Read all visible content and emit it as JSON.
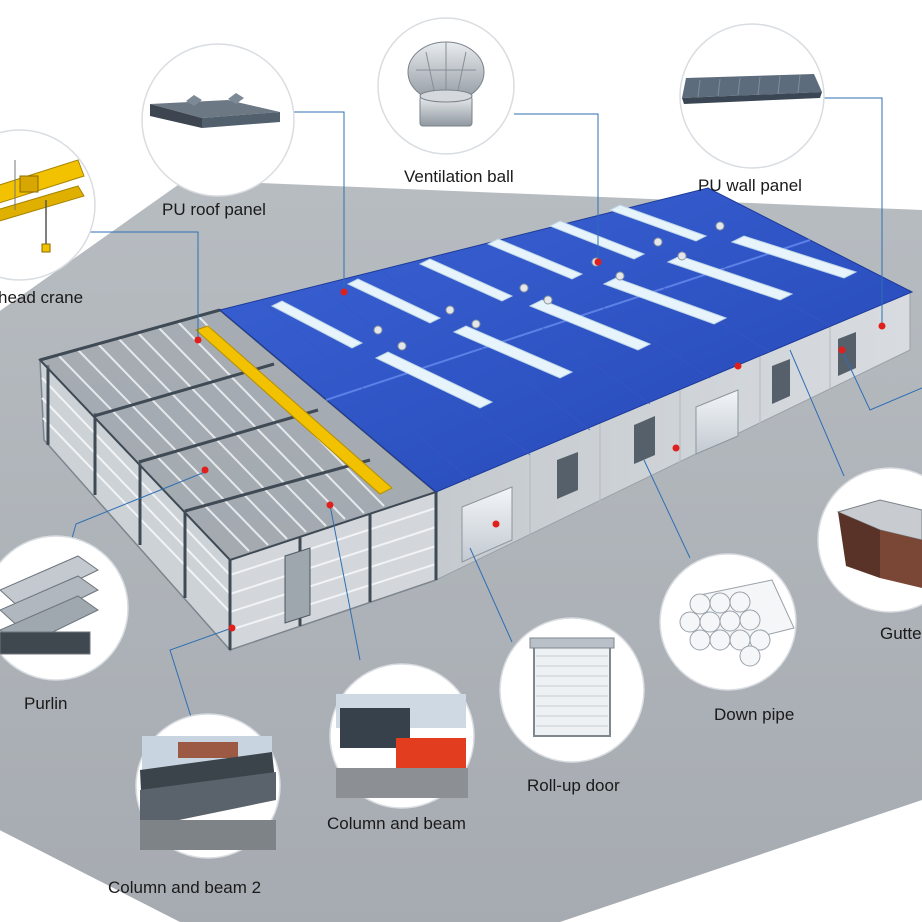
{
  "labels": {
    "overhead_crane": "head crane",
    "pu_roof_panel": "PU roof panel",
    "ventilation_ball": "Ventilation ball",
    "pu_wall_panel": "PU wall panel",
    "gutter": "Gutte",
    "down_pipe": "Down pipe",
    "roll_up_door": "Roll-up door",
    "column_and_beam": "Column and beam",
    "column_and_beam_2": "Column and beam 2",
    "purlin": "Purlin"
  },
  "colors": {
    "roof_blue": "#2f56c8",
    "ground_gray": "#aeb3b8",
    "wall_gray": "#c9ced3",
    "leader_line": "#2f6fb3",
    "marker_red": "#e0201c",
    "crane_yellow": "#f2c200"
  }
}
